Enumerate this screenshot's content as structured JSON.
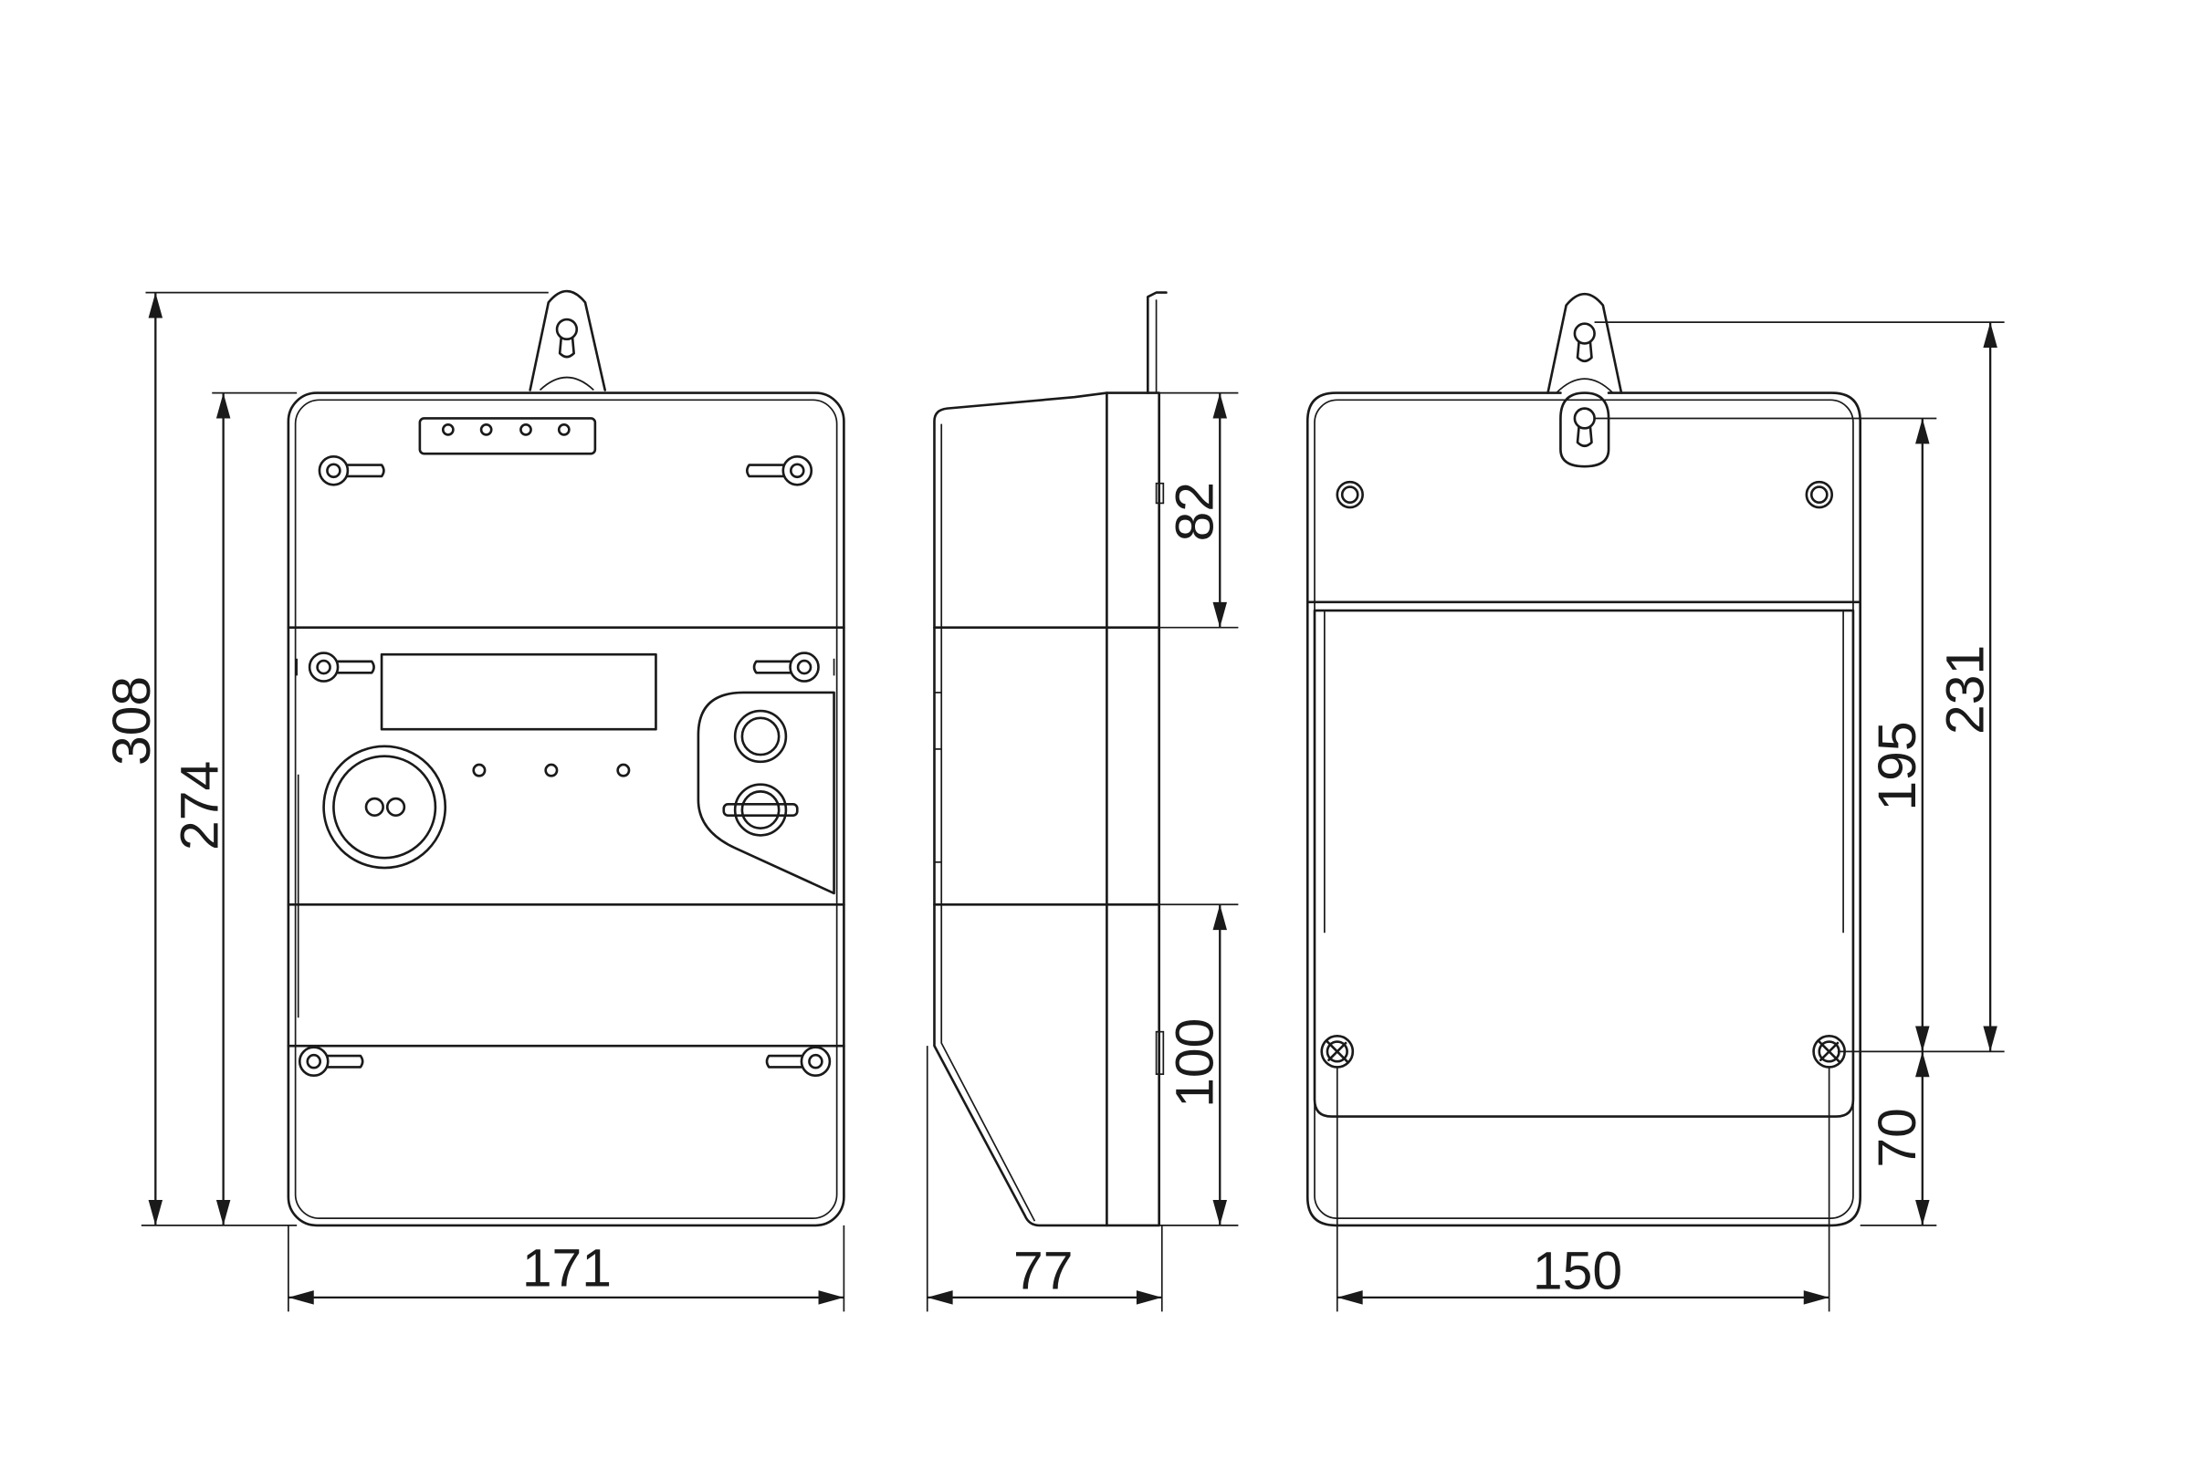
{
  "dimensions": {
    "front_total_height": "308",
    "front_body_height": "274",
    "front_width": "171",
    "side_top_section": "82",
    "side_bottom_section": "100",
    "side_depth": "77",
    "back_mount_outer": "231",
    "back_mount_inner": "195",
    "back_bottom_offset": "70",
    "back_mount_width": "150"
  }
}
